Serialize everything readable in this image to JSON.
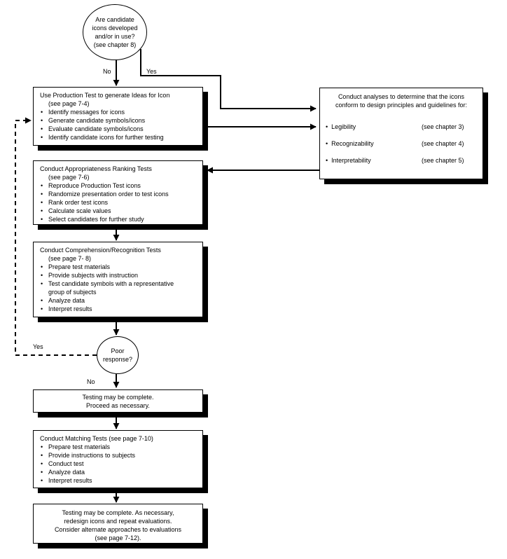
{
  "decision1": {
    "lines": [
      "Are candidate",
      "icons developed",
      "and/or in use?",
      "(see chapter 8)"
    ],
    "no": "No",
    "yes": "Yes"
  },
  "production": {
    "title": "Use Production Test to generate Ideas for Icon",
    "ref": "(see page 7-4)",
    "items": [
      "Identify messages for icons",
      "Generate candidate symbols/icons",
      "Evaluate candidate symbols/icons",
      "Identify candidate icons for further testing"
    ]
  },
  "analyses": {
    "lines": [
      "Conduct analyses to determine that the icons",
      "conform to design principles and guidelines for:"
    ],
    "criteria": [
      {
        "name": "Legibility",
        "ref": "(see chapter 3)"
      },
      {
        "name": "Recognizability",
        "ref": "(see chapter 4)"
      },
      {
        "name": "Interpretability",
        "ref": "(see chapter 5)"
      }
    ]
  },
  "ranking": {
    "title": "Conduct Appropriateness Ranking Tests",
    "ref": "(see page 7-6)",
    "items": [
      "Reproduce Production Test icons",
      "Randomize presentation order to test icons",
      "Rank order test icons",
      "Calculate scale values",
      "Select candidates for further study"
    ]
  },
  "comprehension": {
    "title": "Conduct Comprehension/Recognition Tests",
    "ref": "(see page 7- 8)",
    "items": [
      "Prepare test materials",
      "Provide subjects with instruction",
      "Test candidate symbols with a representative group of subjects",
      "Analyze data",
      "Interpret results"
    ]
  },
  "decision2": {
    "lines": [
      "Poor",
      "response?"
    ],
    "yes": "Yes",
    "no": "No"
  },
  "complete1": {
    "lines": [
      "Testing may be complete.",
      "Proceed as necessary."
    ]
  },
  "matching": {
    "title": "Conduct Matching Tests (see page 7-10)",
    "items": [
      "Prepare test materials",
      "Provide instructions to subjects",
      "Conduct test",
      "Analyze data",
      "Interpret results"
    ]
  },
  "complete2": {
    "lines": [
      "Testing may be complete.  As necessary,",
      "redesign icons and repeat evaluations.",
      "Consider alternate approaches to evaluations",
      "(see page 7-12)."
    ]
  }
}
